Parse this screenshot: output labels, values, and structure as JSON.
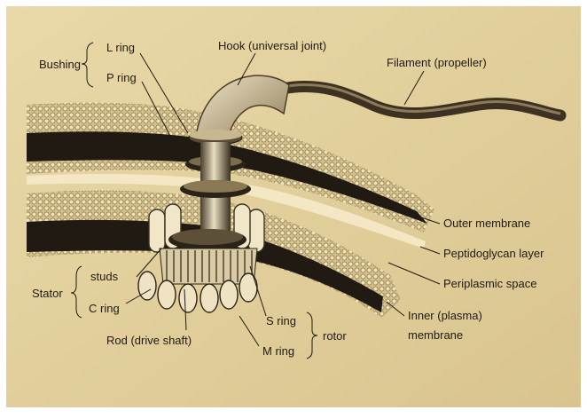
{
  "labels": {
    "bushing": "Bushing",
    "l_ring": "L ring",
    "p_ring": "P ring",
    "hook": "Hook (universal joint)",
    "filament": "Filament (propeller)",
    "outer_membrane": "Outer membrane",
    "peptidoglycan": "Peptidoglycan layer",
    "periplasmic": "Periplasmic space",
    "inner_membrane_1": "Inner (plasma)",
    "inner_membrane_2": "membrane",
    "stator": "Stator",
    "studs": "studs",
    "c_ring": "C ring",
    "rod": "Rod (drive shaft)",
    "s_ring": "S ring",
    "m_ring": "M ring",
    "rotor": "rotor"
  }
}
